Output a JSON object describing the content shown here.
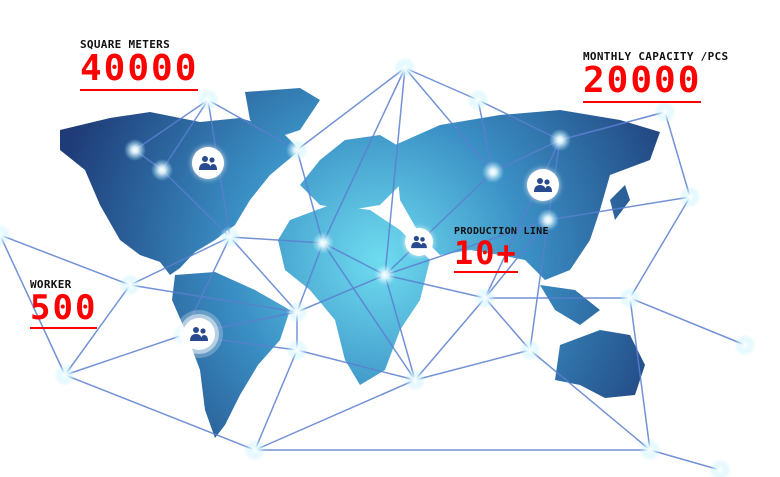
{
  "stats": {
    "area": {
      "label": "SQUARE METERS",
      "value": "40000"
    },
    "capacity": {
      "label": "MONTHLY CAPACITY /PCS",
      "value": "20000"
    },
    "production": {
      "label": "PRODUCTION LINE",
      "value": "10+"
    },
    "worker": {
      "label": "WORKER",
      "value": "500"
    }
  },
  "colors": {
    "accent": "#ff0000",
    "map_dark": "#1f3f7a",
    "map_light": "#5fd0ea",
    "line": "#5b7fd0"
  }
}
